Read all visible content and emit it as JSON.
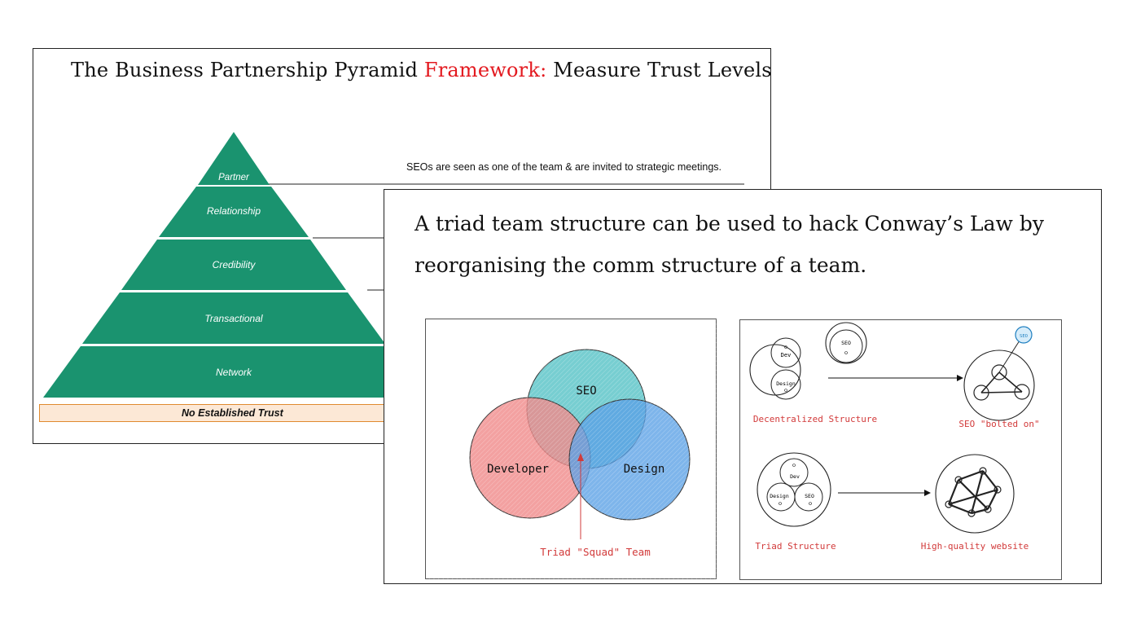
{
  "pyramid_slide": {
    "title_pre": "The Business Partnership Pyramid ",
    "title_accent": "Framework:",
    "title_post": " Measure Trust Levels",
    "note": "SEOs are seen as one of the team & are invited to strategic meetings.",
    "levels": [
      "Partner",
      "Relationship",
      "Credibility",
      "Transactional",
      "Network"
    ],
    "base_label": "No Established  Trust",
    "colors": {
      "pyramid": "#1a936f",
      "accent": "#e3191f",
      "base_fill": "#fce8d6",
      "base_border": "#e08a2f"
    }
  },
  "triad_slide": {
    "title_line1": "A triad team structure can be used to hack Conway’s Law by",
    "title_line2": "reorganising the comm structure of a team.",
    "venn": {
      "circles": [
        "SEO",
        "Developer",
        "Design"
      ],
      "caption": "Triad \"Squad\" Team",
      "colors": {
        "seo": "#5fc6c9",
        "developer": "#f08a8a",
        "design": "#5aa0e6",
        "caption": "#d23a3a"
      }
    },
    "structures": {
      "dev": "Dev",
      "design": "Design",
      "seo": "SEO",
      "decentralized_label": "Decentralized Structure",
      "bolted_label": "SEO \"bolted on\"",
      "triad_label": "Triad Structure",
      "website_label": "High-quality website"
    }
  }
}
